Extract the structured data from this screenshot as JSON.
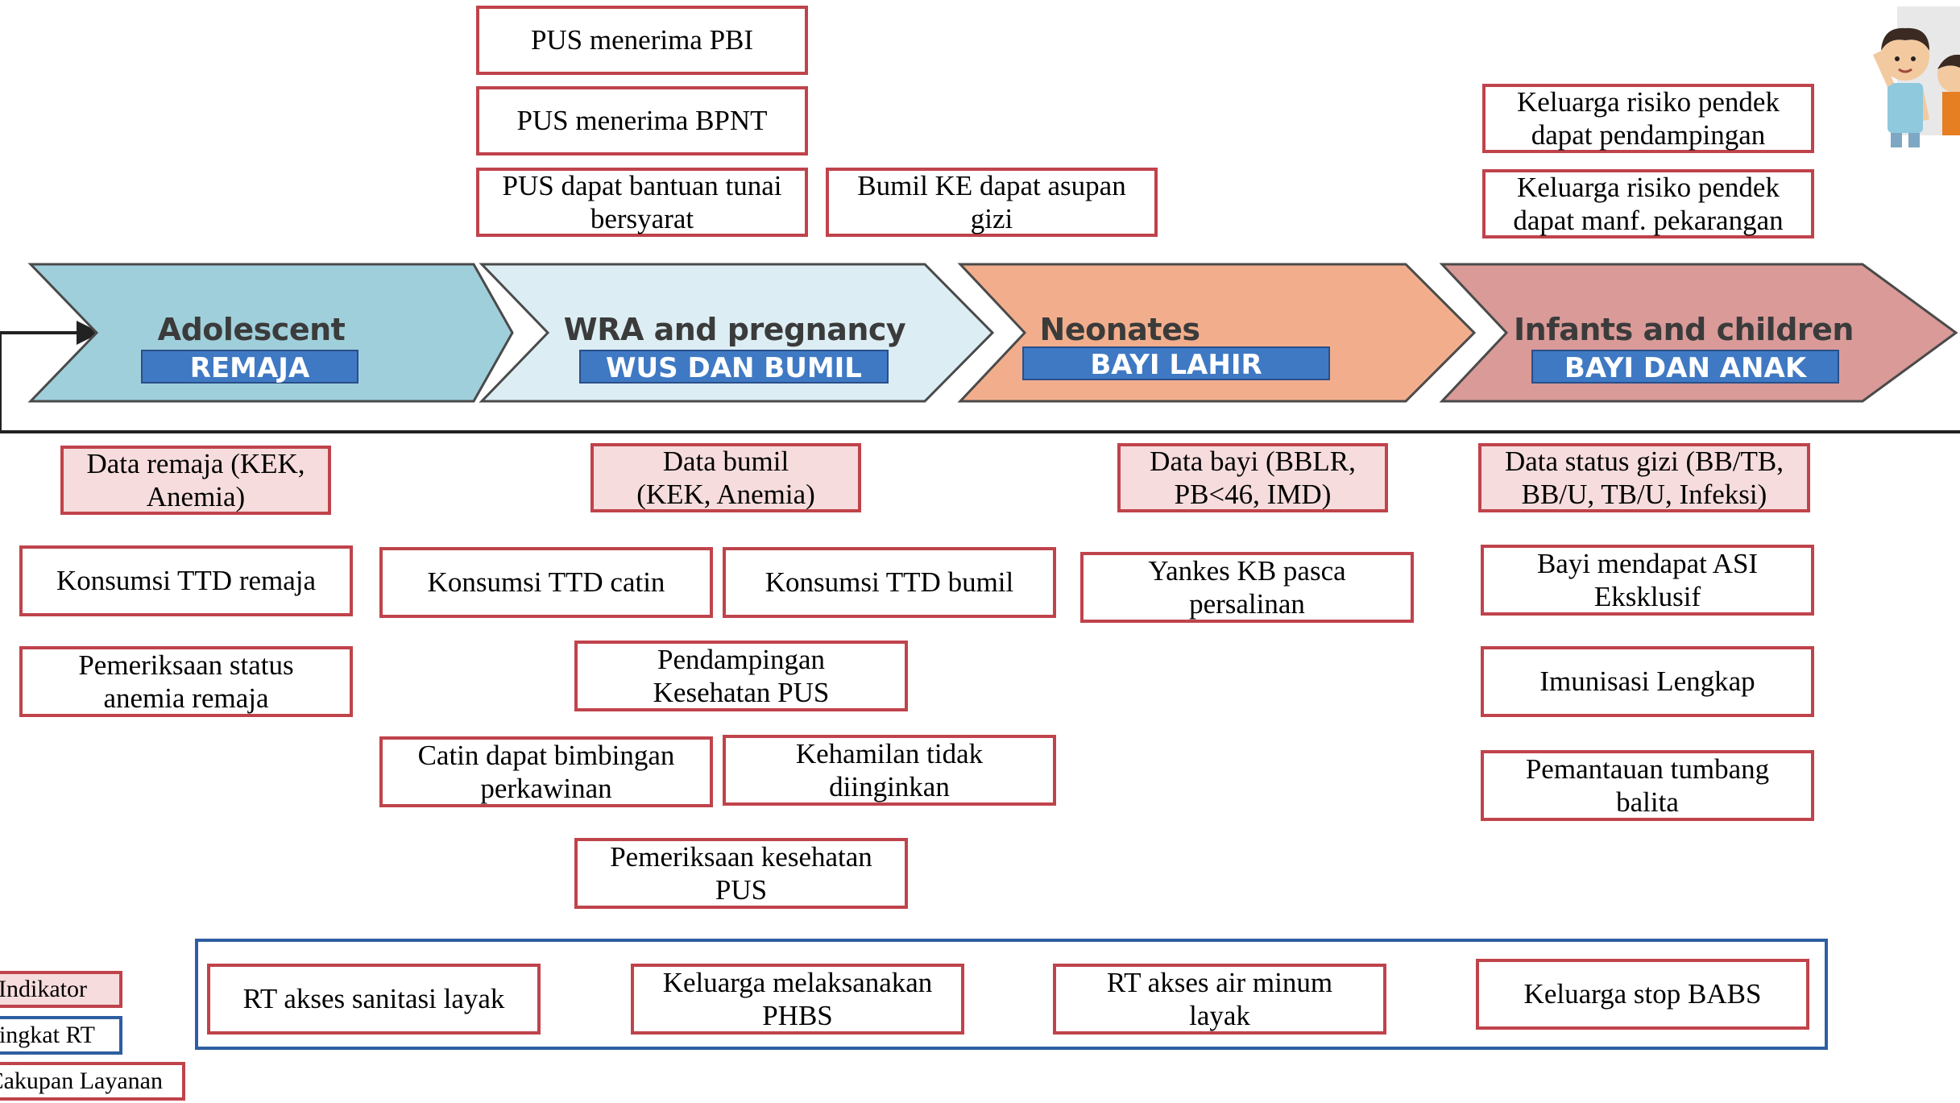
{
  "stages": [
    {
      "en": "Adolescent",
      "id": "REMAJA",
      "color": "#9fcfdb"
    },
    {
      "en": "WRA and pregnancy",
      "id": "WUS DAN BUMIL",
      "color": "#dceef4"
    },
    {
      "en": "Neonates",
      "id": "BAYI LAHIR",
      "color": "#f2ae8c"
    },
    {
      "en": "Infants and children",
      "id": "BAYI DAN ANAK",
      "color": "#d99a98"
    }
  ],
  "top_boxes": {
    "pbi": "PUS menerima PBI",
    "bpnt": "PUS menerima BPNT",
    "bantuan": "PUS dapat bantuan tunai\nbersyarat",
    "bumil_ke": "Bumil KE dapat asupan\ngizi",
    "pendampingan": "Keluarga risiko pendek\ndapat pendampingan",
    "pekarangan": "Keluarga risiko pendek\ndapat manf. pekarangan"
  },
  "data_boxes": {
    "remaja": "Data remaja (KEK,\nAnemia)",
    "bumil": "Data bumil\n(KEK, Anemia)",
    "bayi": "Data bayi (BBLR,\nPB<46, IMD)",
    "status_gizi": "Data status gizi (BB/TB,\nBB/U, TB/U, Infeksi)"
  },
  "service_boxes": {
    "ttd_remaja": "Konsumsi TTD remaja",
    "anemia_remaja": "Pemeriksaan status\nanemia remaja",
    "ttd_catin": "Konsumsi TTD catin",
    "ttd_bumil": "Konsumsi TTD bumil",
    "pendampingan_pus": "Pendampingan\nKesehatan PUS",
    "catin_bimbingan": "Catin dapat bimbingan\nperkawinan",
    "kehamilan": "Kehamilan tidak\ndiinginkan",
    "pemeriksaan_pus": "Pemeriksaan kesehatan\nPUS",
    "kb_pasca": "Yankes KB pasca\npersalinan",
    "asi": "Bayi mendapat ASI\nEksklusif",
    "imunisasi": "Imunisasi Lengkap",
    "tumbang": "Pemantauan tumbang\nbalita"
  },
  "household_boxes": {
    "sanitasi": "RT akses sanitasi layak",
    "phbs": "Keluarga melaksanakan\nPHBS",
    "air_minum": "RT akses air minum\nlayak",
    "babs": "Keluarga stop BABS"
  },
  "legend": [
    "Indikator",
    "Tingkat RT",
    "Cakupan Layanan"
  ],
  "colors": {
    "box_border": "#c0434b",
    "data_fill": "#f6dcdc",
    "frame_blue": "#2e5ea1",
    "tag_blue": "#3f79c4"
  },
  "icons": {
    "illustration": "children-icon"
  }
}
